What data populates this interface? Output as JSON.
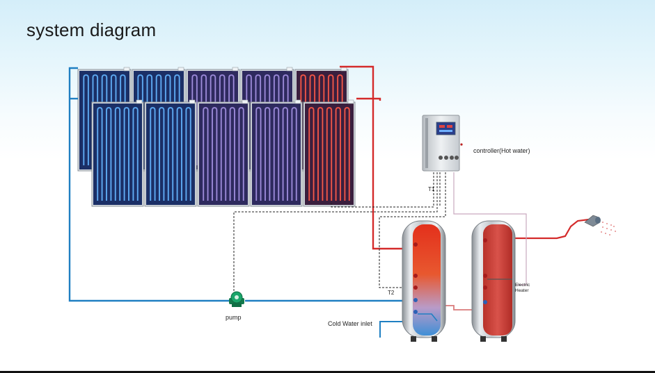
{
  "title": "system diagram",
  "labels": {
    "controller": "controller(Hot water)",
    "t1": "T1",
    "t2": "T2",
    "pump": "pump",
    "cold_water_inlet": "Cold Water inlet",
    "electric_heater_line1": "Electric",
    "electric_heater_line2": "Heater"
  },
  "colors": {
    "hot_pipe": "#d42a2a",
    "cold_pipe": "#1f7fc2",
    "signal_wire": "#222222",
    "heater_wire": "#c9a9bf",
    "pump_body": "#1aa56a"
  },
  "collector_rows": [
    {
      "panels": [
        "blue",
        "blue",
        "violet",
        "violet",
        "red"
      ]
    },
    {
      "panels": [
        "blue",
        "blue",
        "violet",
        "violet",
        "red"
      ]
    }
  ]
}
